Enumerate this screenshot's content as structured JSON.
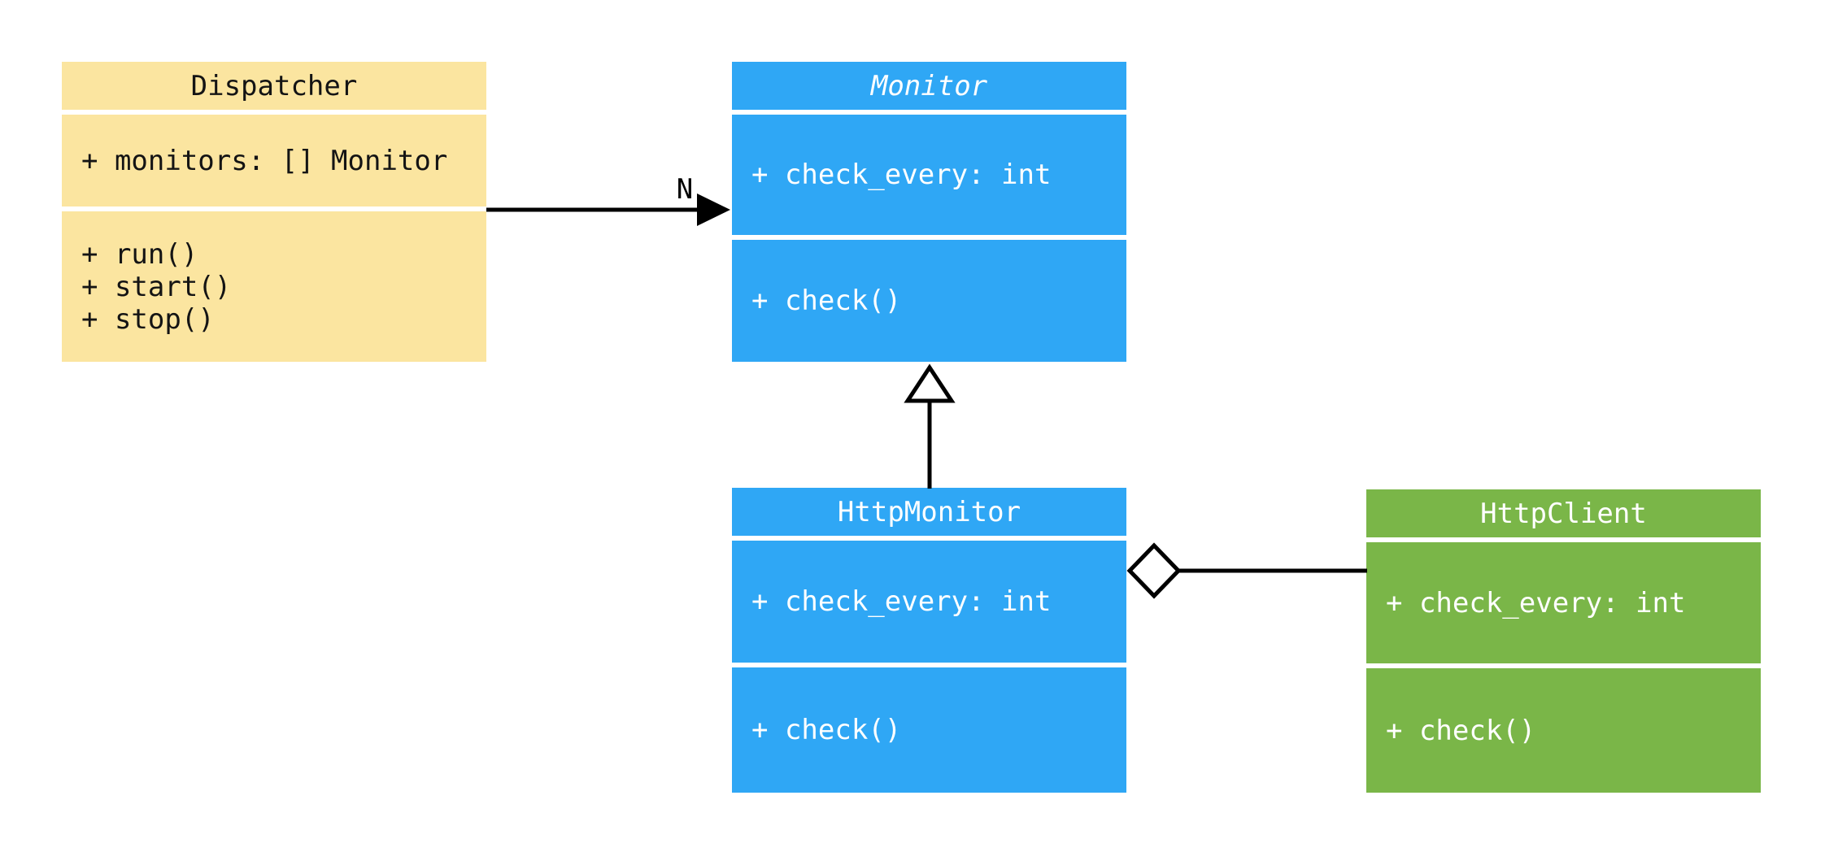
{
  "diagram": {
    "kind": "uml-class-diagram",
    "background": "#ffffff",
    "line_color": "#000000",
    "colors": {
      "dispatcher_fill": "#FBE5A0",
      "monitor_fill": "#2FA7F5",
      "http_monitor_fill": "#2FA7F5",
      "http_client_fill": "#7AB648",
      "dark_text": "#141414",
      "light_text": "#ffffff"
    },
    "classes": [
      {
        "name": "Dispatcher",
        "abstract": false,
        "fill": "#FBE5A0",
        "text_color": "#141414",
        "attributes": [
          "+ monitors: [] Monitor"
        ],
        "methods": [
          "+ run()",
          "+ start()",
          "+ stop()"
        ]
      },
      {
        "name": "Monitor",
        "abstract": true,
        "fill": "#2FA7F5",
        "text_color": "#ffffff",
        "attributes": [
          "+ check_every: int"
        ],
        "methods": [
          "+ check()"
        ]
      },
      {
        "name": "HttpMonitor",
        "abstract": false,
        "fill": "#2FA7F5",
        "text_color": "#ffffff",
        "attributes": [
          "+ check_every: int"
        ],
        "methods": [
          "+ check()"
        ]
      },
      {
        "name": "HttpClient",
        "abstract": false,
        "fill": "#7AB648",
        "text_color": "#ffffff",
        "attributes": [
          "+ check_every: int"
        ],
        "methods": [
          "+ check()"
        ]
      }
    ],
    "relationships": [
      {
        "type": "directed-association",
        "from": "Dispatcher",
        "to": "Monitor",
        "label": "N",
        "head": "filled-arrow"
      },
      {
        "type": "generalization",
        "from": "HttpMonitor",
        "to": "Monitor",
        "label": "",
        "head": "hollow-triangle"
      },
      {
        "type": "aggregation",
        "from": "HttpMonitor",
        "to": "HttpClient",
        "label": "",
        "head": "hollow-diamond"
      }
    ]
  }
}
